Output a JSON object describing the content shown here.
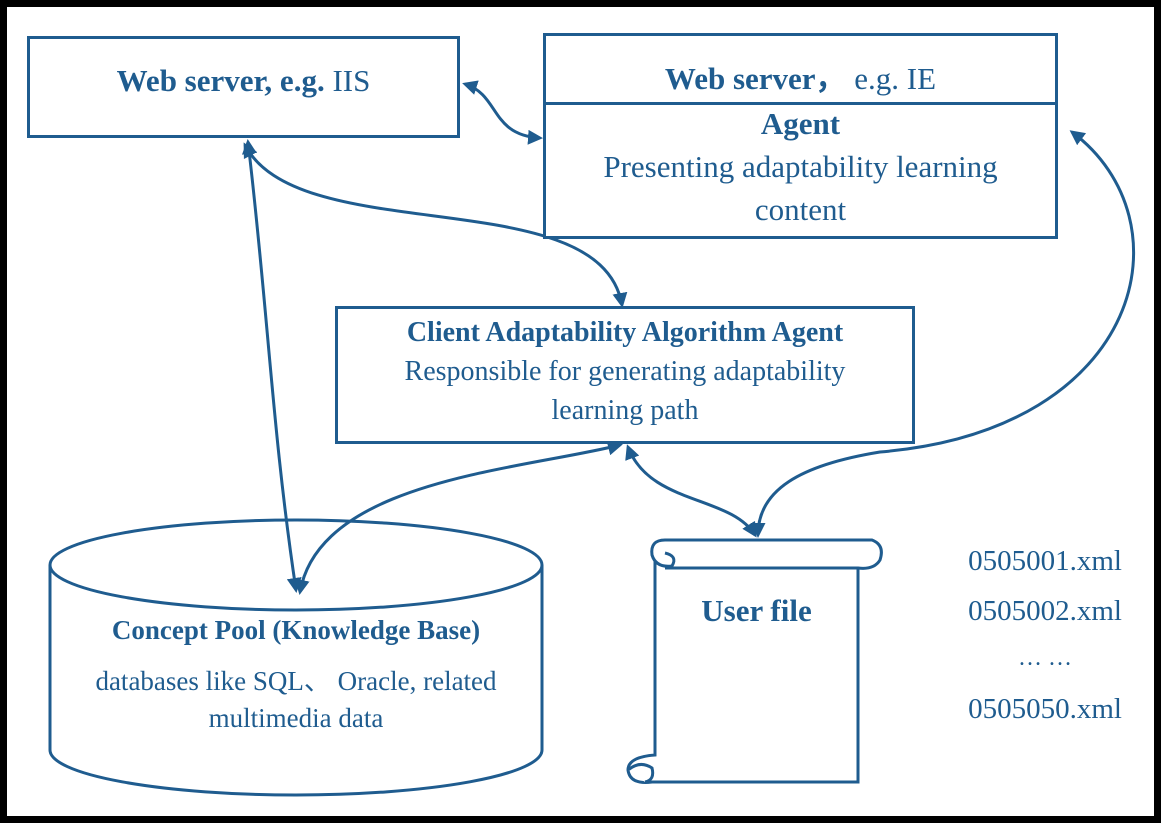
{
  "colors": {
    "accent": "#1f5c8f",
    "border": "#000000",
    "background": "#ffffff"
  },
  "web_server_iis": {
    "label_bold": "Web server, e.g.",
    "label_plain": "IIS"
  },
  "web_server_ie": {
    "label_bold": "Web server，",
    "label_plain": "e.g. IE",
    "agent_title": "Agent",
    "agent_desc_1": "Presenting adaptability learning",
    "agent_desc_2": "content"
  },
  "client_agent": {
    "title": "Client Adaptability Algorithm Agent",
    "desc_1": "Responsible for generating adaptability",
    "desc_2": "learning path"
  },
  "concept_pool": {
    "title": "Concept Pool (Knowledge Base)",
    "desc_1": "databases like SQL、 Oracle, related",
    "desc_2": "multimedia data"
  },
  "user_file": {
    "label": "User file"
  },
  "xml_files": {
    "file_1": "0505001.xml",
    "file_2": "0505002.xml",
    "ellipsis": "… …",
    "file_3": "0505050.xml"
  }
}
